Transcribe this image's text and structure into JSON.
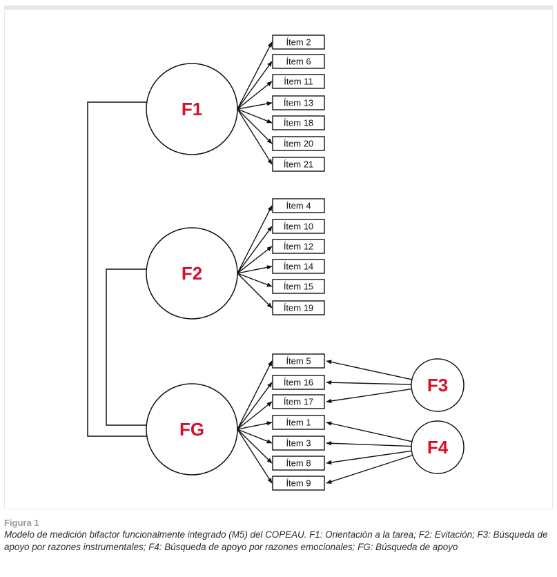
{
  "diagram": {
    "factors": [
      {
        "id": "F1",
        "label": "F1"
      },
      {
        "id": "F2",
        "label": "F2"
      },
      {
        "id": "FG",
        "label": "FG"
      },
      {
        "id": "F3",
        "label": "F3"
      },
      {
        "id": "F4",
        "label": "F4"
      }
    ],
    "items": [
      {
        "id": "i2",
        "label": "Ítem 2"
      },
      {
        "id": "i6",
        "label": "Ítem 6"
      },
      {
        "id": "i11",
        "label": "Ítem 11"
      },
      {
        "id": "i13",
        "label": "Ítem 13"
      },
      {
        "id": "i18",
        "label": "Ítem 18"
      },
      {
        "id": "i20",
        "label": "Ítem 20"
      },
      {
        "id": "i21",
        "label": "Ítem 21"
      },
      {
        "id": "i4",
        "label": "Ítem 4"
      },
      {
        "id": "i10",
        "label": "Ítem 10"
      },
      {
        "id": "i12",
        "label": "Ítem 12"
      },
      {
        "id": "i14",
        "label": "Ítem 14"
      },
      {
        "id": "i15",
        "label": "Ítem 15"
      },
      {
        "id": "i19",
        "label": "Ítem 19"
      },
      {
        "id": "i5",
        "label": "Ítem 5"
      },
      {
        "id": "i16",
        "label": "Ítem 16"
      },
      {
        "id": "i17",
        "label": "Ítem 17"
      },
      {
        "id": "i1",
        "label": "Ítem 1"
      },
      {
        "id": "i3",
        "label": "Ítem 3"
      },
      {
        "id": "i8",
        "label": "Ítem 8"
      },
      {
        "id": "i9",
        "label": "Ítem 9"
      }
    ],
    "loadings": [
      {
        "factor": "F1",
        "items": [
          "i2",
          "i6",
          "i11",
          "i13",
          "i18",
          "i20",
          "i21"
        ]
      },
      {
        "factor": "F2",
        "items": [
          "i4",
          "i10",
          "i12",
          "i14",
          "i15",
          "i19"
        ]
      },
      {
        "factor": "FG",
        "items": [
          "i5",
          "i16",
          "i17",
          "i1",
          "i3",
          "i8",
          "i9"
        ]
      },
      {
        "factor": "F3",
        "items": [
          "i5",
          "i16",
          "i17"
        ]
      },
      {
        "factor": "F4",
        "items": [
          "i1",
          "i3",
          "i8",
          "i9"
        ]
      }
    ],
    "correlations": [
      [
        "F1",
        "FG"
      ],
      [
        "F2",
        "FG"
      ]
    ],
    "colors": {
      "factor_label": "#d7102a",
      "stroke": "#111111",
      "caption_label": "#9a9a9a"
    }
  },
  "caption": {
    "label": "Figura 1",
    "text": "Modelo de medición bifactor funcionalmente integrado (M5) del COPEAU. F1: Orientación a la tarea; F2: Evitación; F3: Búsqueda de apoyo por razones instrumentales; F4: Búsqueda de apoyo por razones emocionales; FG: Búsqueda de apoyo"
  }
}
